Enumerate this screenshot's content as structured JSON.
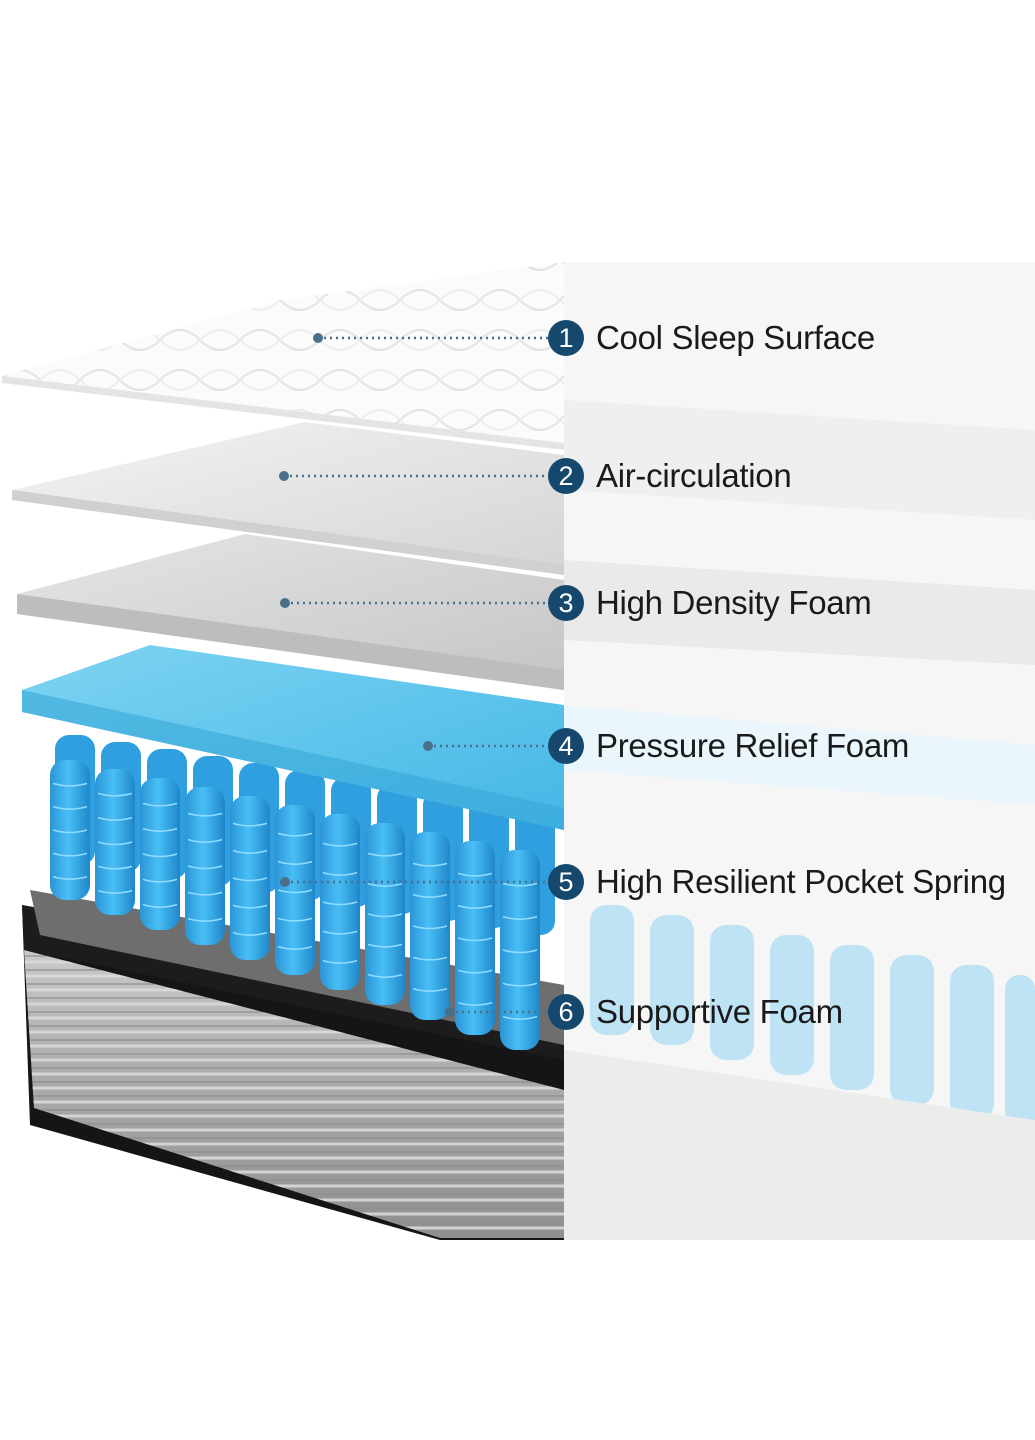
{
  "colors": {
    "badge": "#16486d",
    "leader_line": "#4a6f8a",
    "foam_blue": "#5cc6ee",
    "spring_blue": "#35aef0",
    "base_grey": "#a9a9a9",
    "border_black": "#151515"
  },
  "layers": [
    {
      "number": "1",
      "label": "Cool Sleep Surface"
    },
    {
      "number": "2",
      "label": "Air-circulation"
    },
    {
      "number": "3",
      "label": "High Density Foam"
    },
    {
      "number": "4",
      "label": "Pressure Relief Foam"
    },
    {
      "number": "5",
      "label": "High Resilient Pocket Spring"
    },
    {
      "number": "6",
      "label": "Supportive Foam"
    }
  ]
}
